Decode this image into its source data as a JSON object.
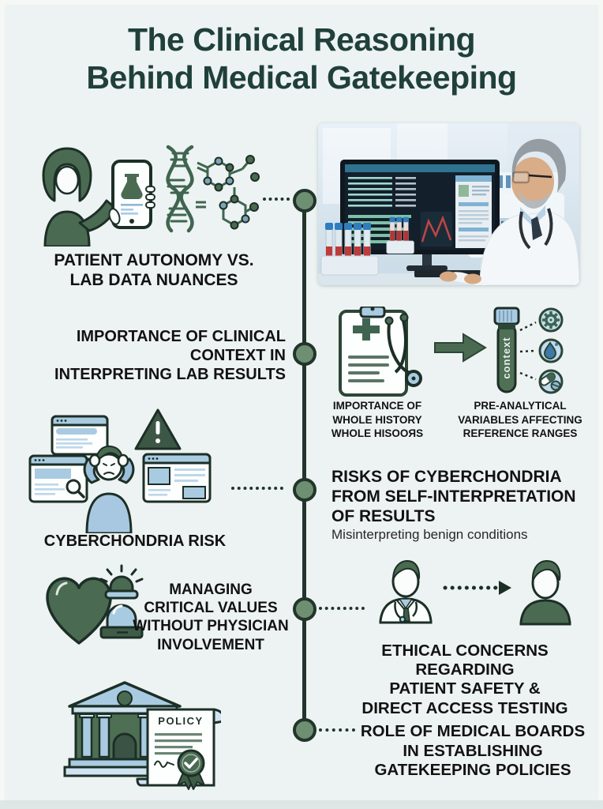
{
  "title": {
    "text": "The Clinical Reasoning\nBehind Medical Gatekeeping"
  },
  "sections": {
    "s1": {
      "caption": "PATIENT AUTONOMY VS.\nLAB DATA NUANCES"
    },
    "s2": {
      "left_label": "IMPORTANCE OF CLINICAL\nCONTEXT IN\nINTERPRETING LAB RESULTS",
      "tube_label": "context",
      "caption_history": "IMPORTANCE OF\nWHOLE HISTORY\nWHOLE HISOOЯS",
      "caption_preanalytical": "PRE-ANALYTICAL\nVARIABLES AFFECTING\nREFERENCE RANGES"
    },
    "s3": {
      "caption": "CYBERCHONDRIA RISK",
      "title": "RISKS OF CYBERCHONDRIA\nFROM SELF-INTERPRETATION\nOF RESULTS",
      "subtitle": "Misinterpreting benign conditions"
    },
    "s4": {
      "label": "MANAGING\nCRITICAL VALUES\nWITHOUT PHYSICIAN\nINVOLVEMENT",
      "caption": "ETHICAL CONCERNS REGARDING\nPATIENT SAFETY &\nDIRECT ACCESS TESTING"
    },
    "s5": {
      "policy_label": "POLICY",
      "caption": "ROLE OF MEDICAL BOARDS\nIN ESTABLISHING\nGATEKEEPING POLICIES"
    }
  },
  "timeline": {
    "node_count": 5
  },
  "icons": {
    "section1": [
      "woman-with-phone-icon",
      "smartphone-lab-app-icon",
      "dna-helix-icon",
      "molecule-structure-icon"
    ],
    "section1_photo": "doctor-reviewing-lab-results-photo",
    "section2": [
      "medical-chart-clipboard-icon",
      "stethoscope-icon",
      "arrow-right-icon",
      "context-test-tube-icon",
      "gear-icon",
      "droplet-icon",
      "pills-icon"
    ],
    "section3": [
      "browser-window-icon",
      "search-icon",
      "worried-person-icon",
      "warning-triangle-icon"
    ],
    "section4": [
      "heart-icon",
      "emergency-siren-icon",
      "doctor-icon",
      "dotted-arrow-icon",
      "patient-icon"
    ],
    "section5": [
      "medical-board-building-icon",
      "policy-scroll-icon",
      "approval-seal-icon"
    ]
  },
  "colors": {
    "background": "#edf3f2",
    "title_text": "#20403a",
    "body_text": "#121212",
    "timeline": "#22352b",
    "node_fill": "#6f8f73",
    "icon_green": "#4a6a52",
    "icon_dark_green": "#3f6550",
    "icon_light_blue": "#a9cbe2",
    "icon_pale_blue": "#c3dcee",
    "alert_red": "#bf3a3a"
  }
}
